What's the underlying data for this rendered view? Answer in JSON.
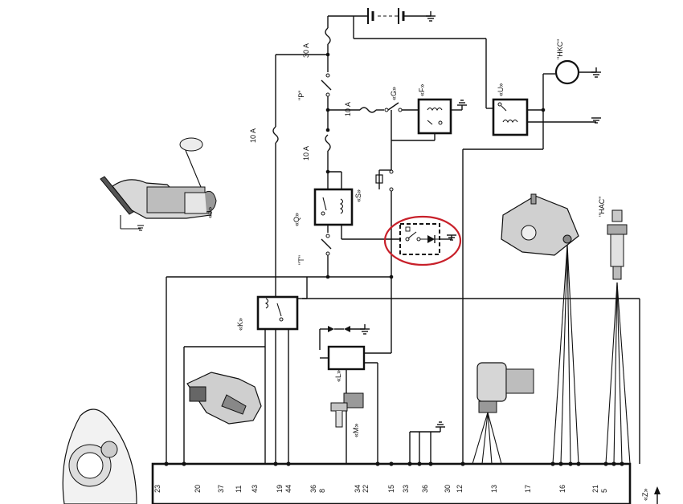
{
  "fuses": {
    "main": "30 A",
    "left": "10 A",
    "upper": "10 A",
    "lower": "10 A"
  },
  "labels": {
    "P": "\"P\"",
    "T": "\"T\"",
    "Q": "«Q»",
    "S": "«S»",
    "K": "«K»",
    "L": "«L»",
    "M": "«M»",
    "J": "«J»",
    "F": "«F»",
    "G": "«G»",
    "U": "«U»",
    "HKC": "\"HKC\"",
    "HAC": "\"HAC\"",
    "Z": "«Z»"
  },
  "connector_pins": [
    "23",
    "20",
    "37",
    "11",
    "43",
    "19",
    "44",
    "36",
    "8",
    "34",
    "22",
    "15",
    "33",
    "36",
    "30",
    "12",
    "13",
    "17",
    "16",
    "21",
    "5"
  ],
  "highlight_color": "#c8202a",
  "ink_color": "#111111"
}
